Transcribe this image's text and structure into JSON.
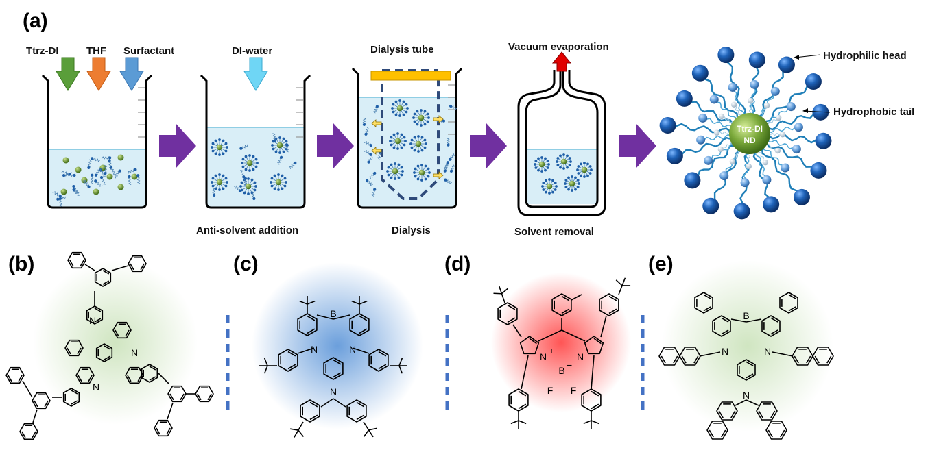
{
  "panel_labels": {
    "a": "(a)",
    "b": "(b)",
    "c": "(c)",
    "d": "(d)",
    "e": "(e)"
  },
  "inputs": {
    "ttrz": "Ttrz-DI",
    "thf": "THF",
    "surfactant": "Surfactant",
    "water": "DI-water"
  },
  "steps": {
    "dialysis_tube": "Dialysis tube",
    "vacuum": "Vacuum evaporation",
    "anti_solvent": "Anti-solvent addition",
    "dialysis": "Dialysis",
    "solvent_removal": "Solvent removal"
  },
  "nanodot": {
    "core_line1": "Ttrz-DI",
    "core_line2": "ND",
    "head": "Hydrophilic head",
    "tail": "Hydrophobic tail"
  },
  "atoms": {
    "N": "N",
    "B": "B",
    "F": "F",
    "plus": "+",
    "minus": "−"
  },
  "colors": {
    "arrow_green": "#5a9e3a",
    "arrow_orange": "#ed7d31",
    "arrow_blue": "#5b9bd5",
    "arrow_cyan": "#6fd6f5",
    "process_arrow": "#7030a0",
    "liquid": "#d9eef7",
    "bead_green": "#6a9a2a",
    "bead_blue": "#1f5fa8",
    "tube_yellow": "#ffc000",
    "vacuum_red": "#e00000",
    "separator": "#4472c4",
    "glow_green": "#a9d08e",
    "glow_blue": "#4a8fd8",
    "glow_red": "#ff4040"
  }
}
